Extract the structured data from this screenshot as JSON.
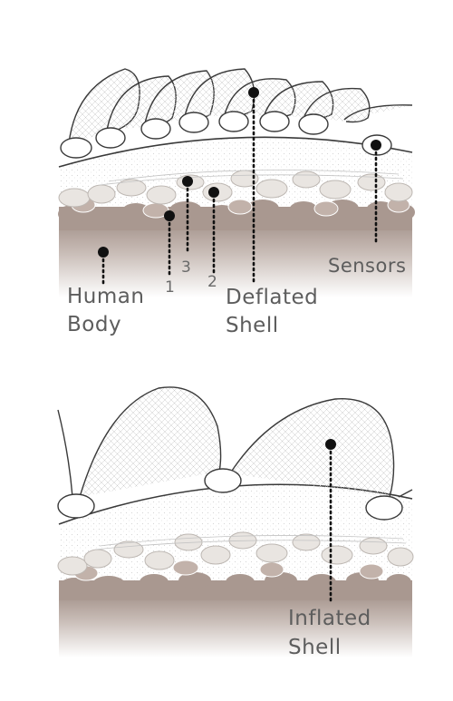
{
  "labels": {
    "human_body_1": "Human",
    "human_body_2": "Body",
    "deflated_1": "Deflated",
    "deflated_2": "Shell",
    "sensors": "Sensors",
    "inflated_1": "Inflated",
    "inflated_2": "Shell",
    "layer_1": "1",
    "layer_2": "2",
    "layer_3": "3"
  },
  "colors": {
    "outline": "#3a3a3a",
    "skin_band": "#a99890",
    "muscle_band": "#c2b2aa",
    "fat_cells": "#e9e5e1",
    "text": "#5d5d5d",
    "dot": "#111111"
  }
}
